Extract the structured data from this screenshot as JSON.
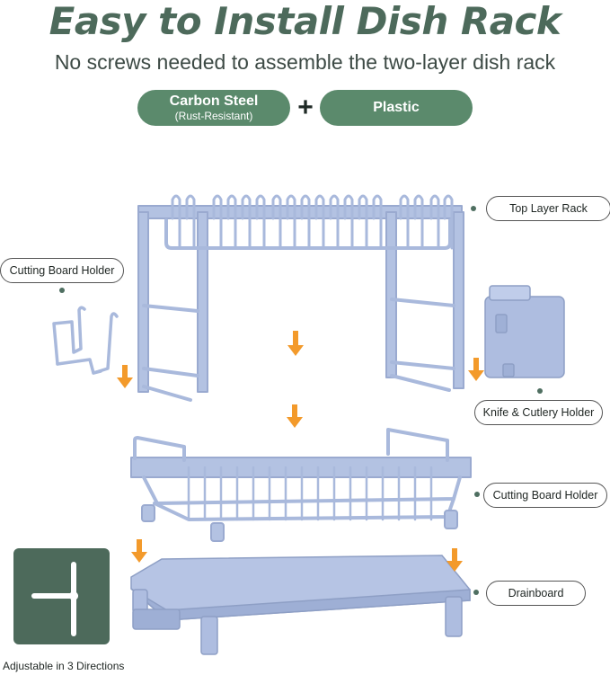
{
  "header": {
    "title": "Easy to Install Dish Rack",
    "subtitle": "No screws needed to assemble the two-layer dish rack"
  },
  "materials": {
    "left_main": "Carbon Steel",
    "left_sub": "(Rust-Resistant)",
    "plus": "+",
    "right_main": "Plastic"
  },
  "callouts": {
    "top_layer": "Top Layer Rack",
    "cutting_board_left": "Cutting Board Holder",
    "knife_cutlery": "Knife & Cutlery  Holder",
    "cutting_board_right": "Cutting Board Holder",
    "drainboard": "Drainboard"
  },
  "adjust": {
    "label": "Adjustable in 3 Directions"
  },
  "colors": {
    "brand_green": "#5b8a6c",
    "title_green": "#4d6a5b",
    "rack_blue": "#a9b9dc",
    "arrow_orange": "#f39a2b"
  }
}
